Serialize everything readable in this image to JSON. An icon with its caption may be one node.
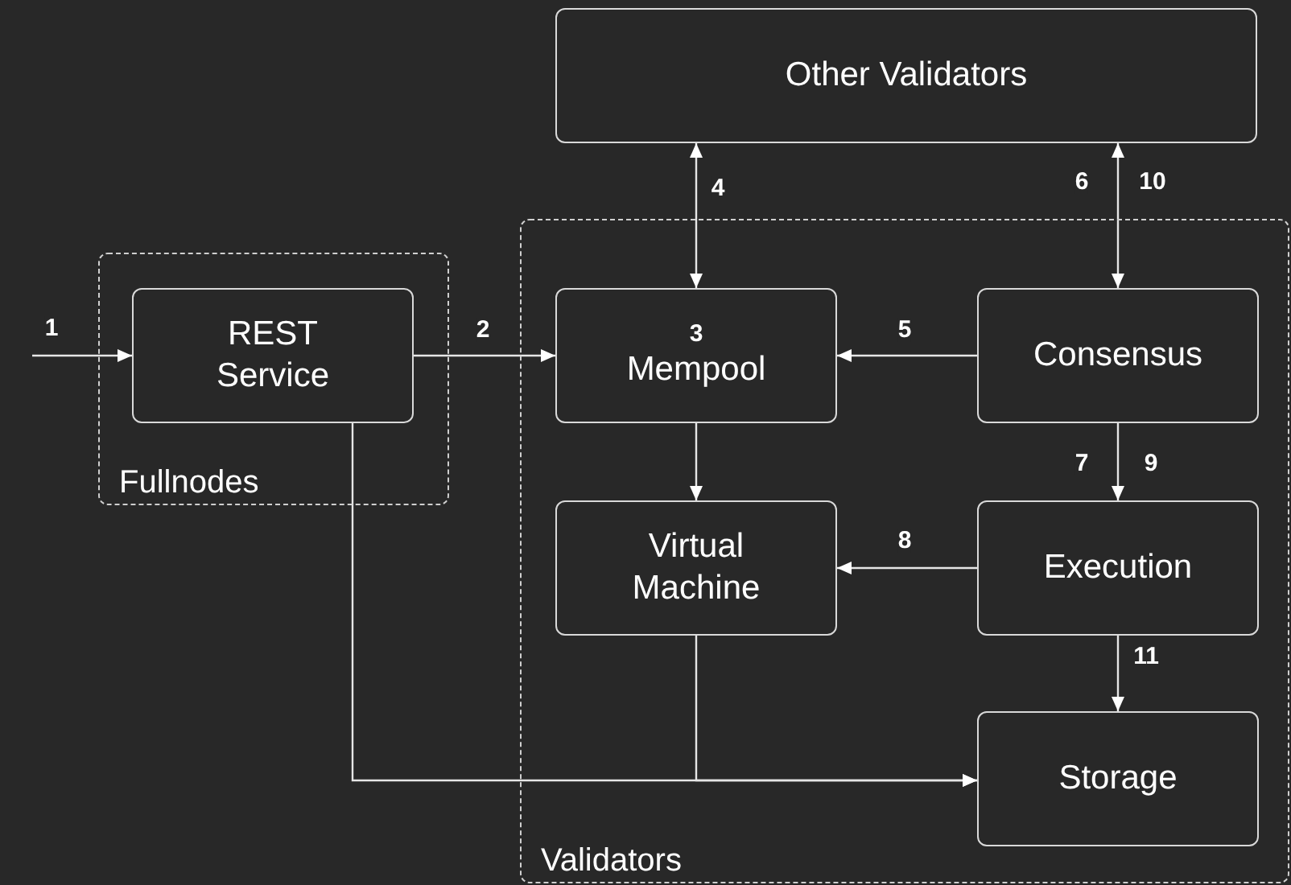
{
  "diagram": {
    "nodes": [
      {
        "text": [
          "Other Validators"
        ]
      },
      {
        "text": [
          "Fullnodes"
        ]
      },
      {
        "text": [
          "REST Service"
        ],
        "in": 1
      },
      {
        "text": [
          "Validators"
        ]
      },
      {
        "text": [
          "3",
          "Mempool"
        ],
        "in": 3
      },
      {
        "text": [
          "Consensus"
        ],
        "in": 3
      },
      {
        "text": [
          "Virtual Machine"
        ],
        "in": 3
      },
      {
        "text": [
          "Execution"
        ],
        "in": 3
      },
      {
        "text": [
          "Storage"
        ],
        "in": 3
      }
    ],
    "edges": [
      {
        "from": null,
        "to": 2,
        "arrow": "to",
        "label": "1"
      },
      {
        "from": 2,
        "to": 4,
        "arrow": "to",
        "label": "2"
      },
      {
        "from": 0,
        "to": 4,
        "arrow": "both",
        "label": "4"
      },
      {
        "from": 0,
        "to": 5,
        "arrow": "both",
        "label": "6"
      },
      {
        "from": 5,
        "to": 4,
        "arrow": "to",
        "label": "5"
      },
      {
        "from": 4,
        "to": 6,
        "arrow": "to"
      },
      {
        "from": 5,
        "to": 7,
        "arrow": "to",
        "label": "7"
      },
      {
        "from": 7,
        "to": 6,
        "arrow": "to",
        "label": "8"
      },
      {
        "from": 7,
        "to": 8,
        "arrow": "to",
        "label": "11"
      },
      {
        "from": 2,
        "to": 8,
        "arrow": "to"
      },
      {
        "from": 6,
        "to": 8,
        "arrow": "to"
      }
    ],
    "labels": [
      "10",
      "9"
    ]
  }
}
